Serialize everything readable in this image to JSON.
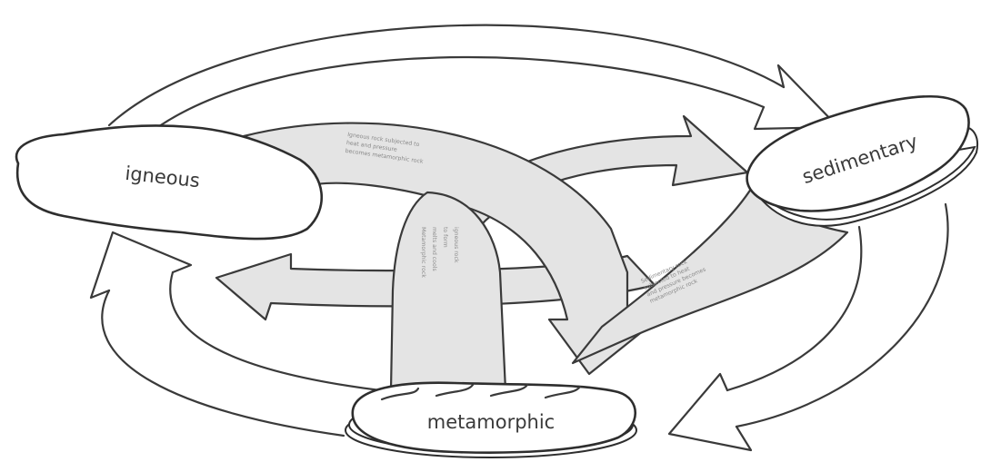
{
  "nodes": {
    "igneous": "igneous",
    "sedimentary": "sedimentary",
    "metamorphic": "metamorphic"
  },
  "notes": {
    "igneous_to_metamorphic": [
      "Igneous rock subjected to",
      "heat and pressure",
      "becomes metamorphic rock"
    ],
    "metamorphic_to_igneous": [
      "Metamorphic rock",
      "melts and cools",
      "to form",
      "igneous rock"
    ],
    "sedimentary_to_metamorphic": [
      "Sedimentary rock",
      "subjected to heat",
      "and pressure becomes",
      "metamorphic rock"
    ]
  }
}
